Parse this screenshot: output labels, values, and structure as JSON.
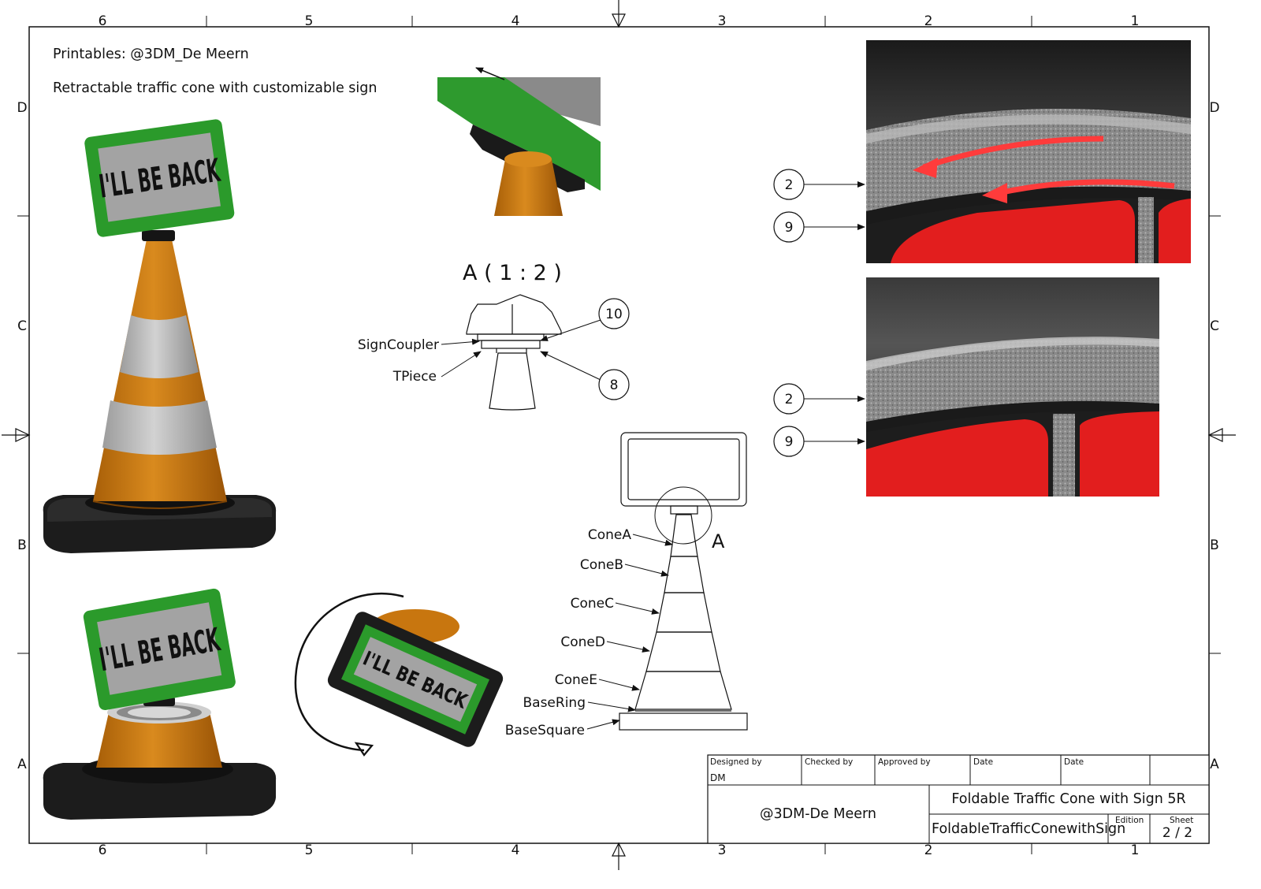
{
  "border": {
    "columns": [
      "6",
      "5",
      "4",
      "3",
      "2",
      "1"
    ],
    "rows": [
      "D",
      "C",
      "B",
      "A"
    ]
  },
  "notes": {
    "printables": "Printables: @3DM_De Meern",
    "description": "Retractable traffic cone with customizable sign"
  },
  "sign_text": "I'LL BE BACK",
  "detail": {
    "title": "A ( 1 : 2 )",
    "marker": "A",
    "labels": [
      "SignCoupler",
      "TPiece"
    ],
    "balloons": [
      "10",
      "8"
    ]
  },
  "parts_view": {
    "labels": [
      "ConeA",
      "ConeB",
      "ConeC",
      "ConeD",
      "ConeE",
      "BaseRing",
      "BaseSquare"
    ]
  },
  "photos": {
    "top_balloons": [
      "2",
      "9"
    ],
    "bottom_balloons": [
      "2",
      "9"
    ]
  },
  "title_block": {
    "designed_by_label": "Designed by",
    "designed_by": "DM",
    "checked_by_label": "Checked by",
    "approved_by_label": "Approved by",
    "date_label_1": "Date",
    "date_label_2": "Date",
    "company": "@3DM-De Meern",
    "title": "Foldable Traffic Cone with Sign 5R",
    "filename": "FoldableTrafficConewithSign",
    "edition_label": "Edition",
    "sheet_label": "Sheet",
    "sheet": "2 / 2"
  },
  "colors": {
    "sign_green": "#2e9a2e",
    "sign_panel": "#9a9a9a",
    "cone_orange": "#c8760f",
    "cone_stripe": "#b9b9b9",
    "base_black": "#1c1c1c",
    "photo_red": "#e21e1e",
    "arrow_red": "#ff3b3b"
  }
}
